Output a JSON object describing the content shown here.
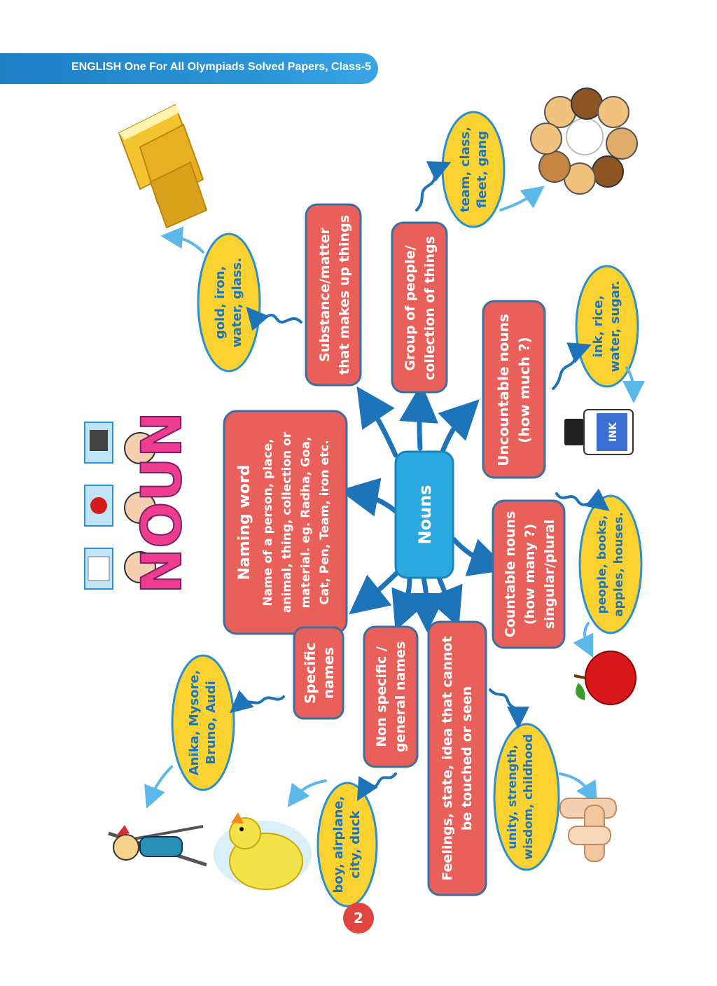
{
  "header": {
    "title": "ENGLISH One For All Olympiads Solved Papers, Class-5"
  },
  "page_number": "2",
  "noun_art": {
    "word": "NOUN"
  },
  "ink_label": "INK",
  "center": {
    "label": "Nouns"
  },
  "naming": {
    "title": "Naming word",
    "lines": [
      "Name of a person, place,",
      "animal, thing, collection or",
      "material. eg. Radha, Goa,",
      "Cat, Pen, Team, iron etc."
    ]
  },
  "material": {
    "lines": [
      "Substance/matter",
      "that makes up things"
    ],
    "example": [
      "gold, iron,",
      "water, glass."
    ]
  },
  "collective": {
    "lines": [
      "Group of people/",
      "collection of things"
    ],
    "example": [
      "team, class,",
      "fleet, gang"
    ]
  },
  "uncountable": {
    "lines": [
      "Uncountable nouns",
      "(how much ?)"
    ],
    "example": [
      "ink, rice,",
      "water, sugar."
    ]
  },
  "countable": {
    "lines": [
      "Countable nouns",
      "(how many ?)",
      "singular/plural"
    ],
    "example": [
      "people, books,",
      "apples, houses."
    ]
  },
  "proper": {
    "lines": [
      "Specific",
      "names"
    ],
    "example": [
      "Anika, Mysore,",
      "Bruno, Audi"
    ]
  },
  "common": {
    "lines": [
      "Non specific /",
      "general names"
    ],
    "example": [
      "boy, airplane,",
      "city, duck"
    ]
  },
  "abstract": {
    "lines": [
      "Feelings, state, idea that cannot",
      "be touched or seen"
    ],
    "example": [
      "unity, strength,",
      "wisdom, childhood"
    ]
  },
  "colors": {
    "red_box": "#e95f5a",
    "yellow_bubble": "#fbd22f",
    "blue_text": "#1e74b8",
    "center": "#2aa9e0",
    "arrow": "#1e74b8"
  }
}
